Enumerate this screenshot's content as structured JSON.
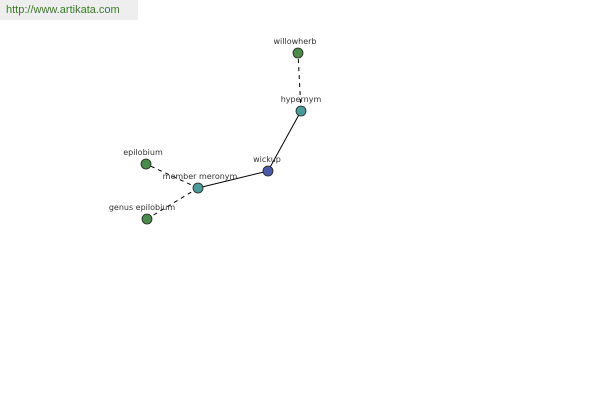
{
  "banner": {
    "url": "http://www.artikata.com"
  },
  "colors": {
    "center_node": "#4a5aa8",
    "relation_node": "#4a9a9a",
    "leaf_node": "#4a8a4a",
    "node_stroke": "#222222",
    "edge": "#000000",
    "banner_bg": "#eeeeee",
    "banner_text": "#3a7a2a"
  },
  "graph": {
    "nodes": [
      {
        "id": "wickup",
        "label": "wickup",
        "kind": "center"
      },
      {
        "id": "hypernym",
        "label": "hypernym",
        "kind": "relation"
      },
      {
        "id": "willowherb",
        "label": "willowherb",
        "kind": "leaf"
      },
      {
        "id": "member-meronym",
        "label": "member meronym",
        "kind": "relation"
      },
      {
        "id": "epilobium",
        "label": "epilobium",
        "kind": "leaf"
      },
      {
        "id": "genus-epilobium",
        "label": "genus epilobium",
        "kind": "leaf"
      }
    ],
    "edges": [
      {
        "from": "wickup",
        "to": "hypernym",
        "style": "solid"
      },
      {
        "from": "hypernym",
        "to": "willowherb",
        "style": "dashed"
      },
      {
        "from": "wickup",
        "to": "member-meronym",
        "style": "solid"
      },
      {
        "from": "member-meronym",
        "to": "epilobium",
        "style": "dashed"
      },
      {
        "from": "member-meronym",
        "to": "genus-epilobium",
        "style": "dashed"
      }
    ]
  }
}
